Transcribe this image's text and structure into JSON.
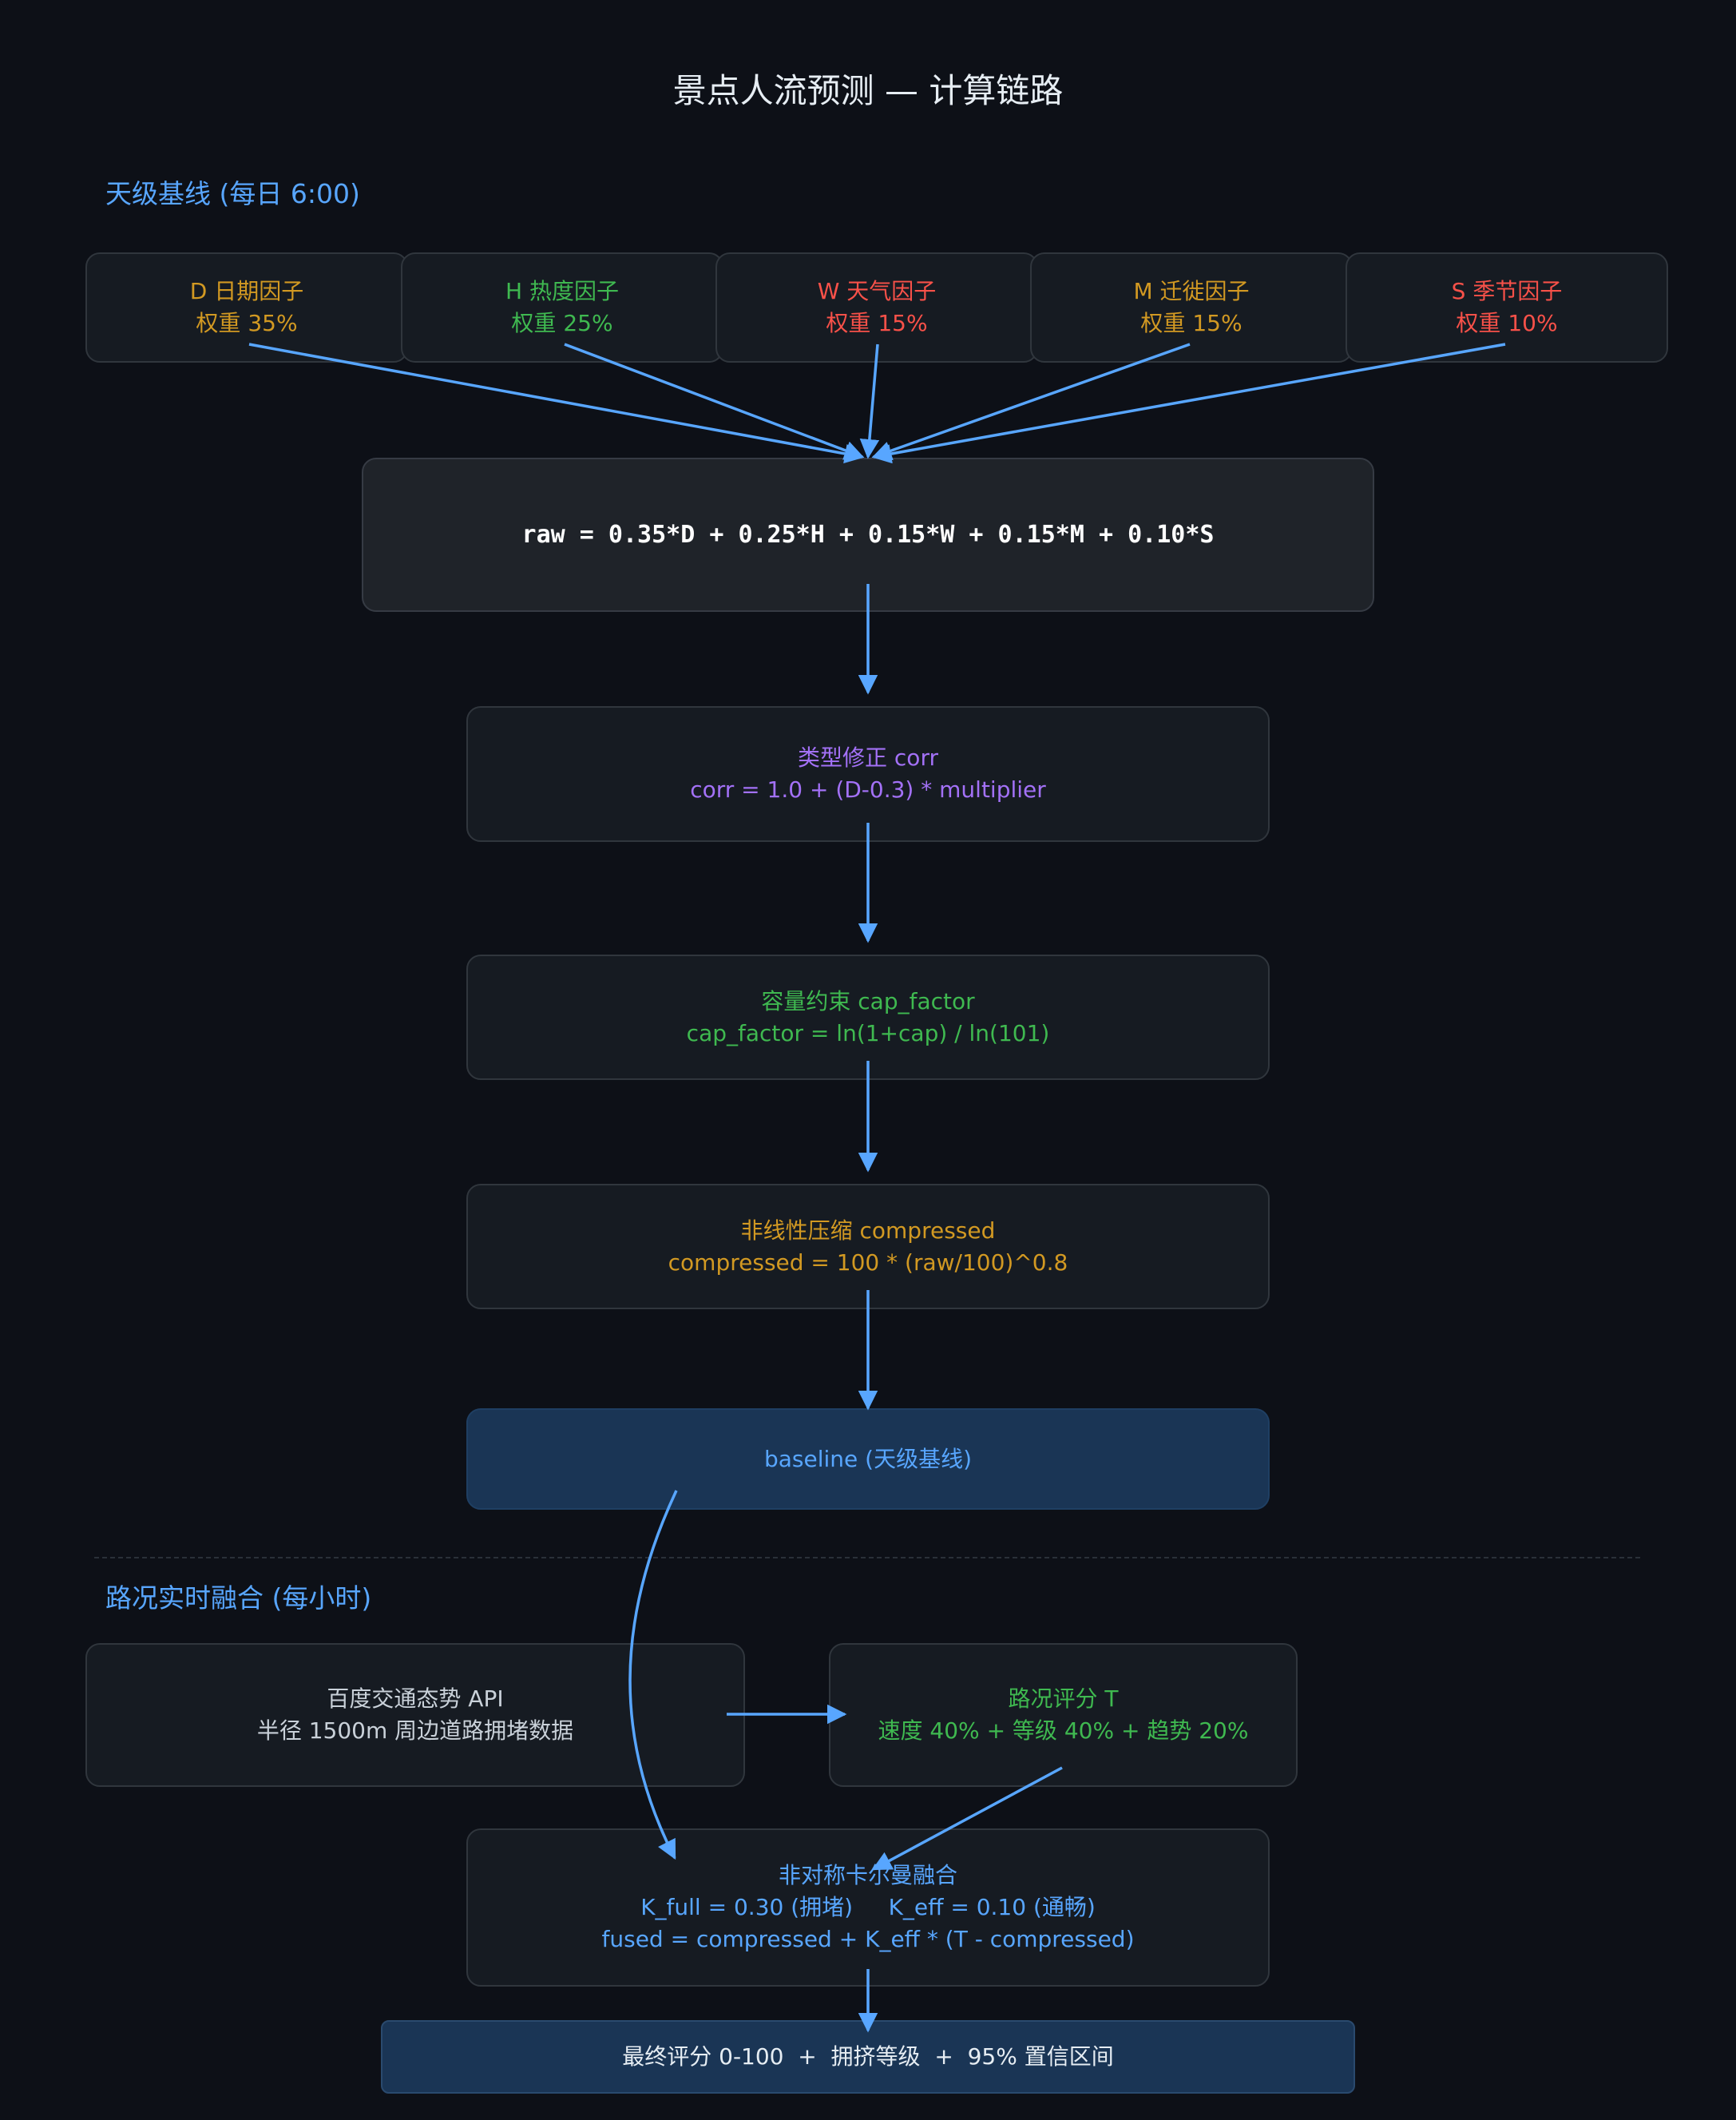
{
  "title": "景点人流预测 — 计算链路",
  "sections": {
    "daily": "天级基线 (每日 6:00)",
    "hourly": "路况实时融合 (每小时)"
  },
  "factors": [
    {
      "name": "D 日期因子",
      "weight": "权重 35%",
      "color": "#d29922"
    },
    {
      "name": "H 热度因子",
      "weight": "权重 25%",
      "color": "#3fb950"
    },
    {
      "name": "W 天气因子",
      "weight": "权重 15%",
      "color": "#f85149"
    },
    {
      "name": "M 迁徙因子",
      "weight": "权重 15%",
      "color": "#d29922"
    },
    {
      "name": "S 季节因子",
      "weight": "权重 10%",
      "color": "#f85149"
    }
  ],
  "formula": "raw = 0.35*D + 0.25*H + 0.15*W + 0.15*M + 0.10*S",
  "steps": {
    "corr": {
      "title": "类型修正 corr",
      "formula": "corr = 1.0 + (D-0.3) * multiplier",
      "color": "#a371f7"
    },
    "cap": {
      "title": "容量约束 cap_factor",
      "formula": "cap_factor = ln(1+cap) / ln(101)",
      "color": "#3fb950"
    },
    "compress": {
      "title": "非线性压缩 compressed",
      "formula": "compressed = 100 * (raw/100)^0.8",
      "color": "#d29922"
    },
    "baseline": {
      "label": "baseline (天级基线)",
      "color": "#58a6ff"
    }
  },
  "api": {
    "line1": "百度交通态势 API",
    "line2": "半径 1500m 周边道路拥堵数据"
  },
  "road": {
    "title": "路况评分 T",
    "formula": "速度 40% + 等级 40% + 趋势 20%",
    "color": "#3fb950"
  },
  "kalman": {
    "title": "非对称卡尔曼融合",
    "line2": "K_full = 0.30 (拥堵)     K_eff = 0.10 (通畅)",
    "line3": "fused = compressed + K_eff * (T - compressed)",
    "color": "#58a6ff"
  },
  "final": "最终评分 0-100  +  拥挤等级  +  95% 置信区间",
  "colors": {
    "background": "#0d1017",
    "arrow": "#58a6ff",
    "box": "#161b22",
    "border": "#30363d"
  }
}
